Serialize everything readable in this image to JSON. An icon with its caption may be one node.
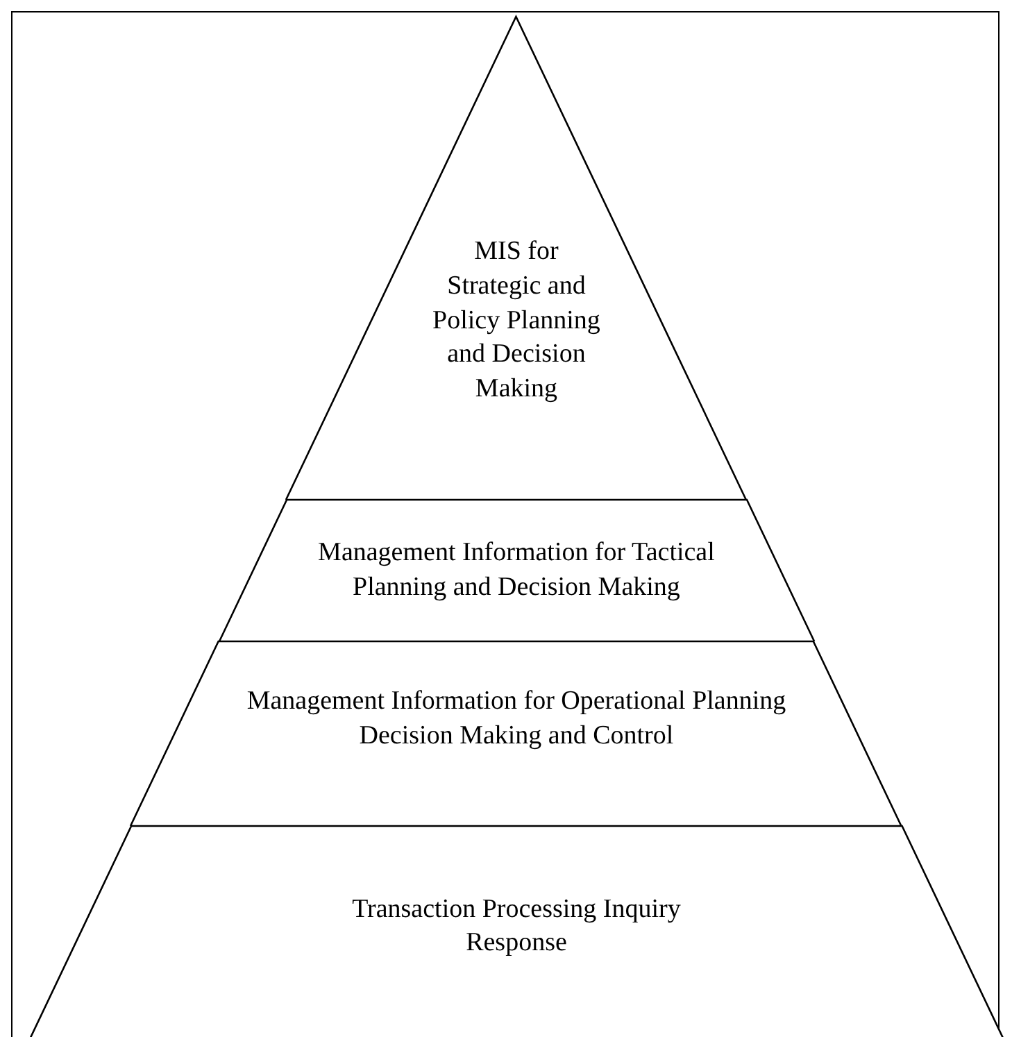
{
  "diagram": {
    "nodes": [
      {
        "text": [
          "MIS for Strategic and Policy Planning and Decision Making"
        ]
      },
      {
        "text": [
          "Management Information for Tactical Planning and Decision Making"
        ]
      },
      {
        "text": [
          "Management Information for Operational Planning Decision Making and Control"
        ]
      },
      {
        "text": [
          "Transaction Processing Inquiry Response"
        ]
      }
    ]
  }
}
